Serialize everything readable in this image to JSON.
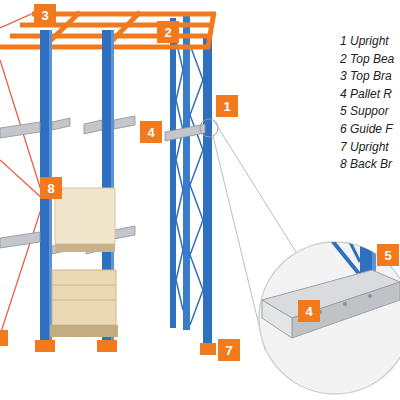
{
  "diagram": {
    "nodes": [
      {
        "text": [
          "3"
        ]
      },
      {
        "text": [
          "2"
        ]
      },
      {
        "text": [
          "1"
        ]
      },
      {
        "text": [
          "4"
        ]
      },
      {
        "text": [
          "8"
        ]
      },
      {
        "text": [
          "5"
        ]
      },
      {
        "text": [
          "4"
        ]
      },
      {
        "text": [
          "7"
        ]
      }
    ],
    "labels": [
      "1 Upright",
      "2 Top Bea",
      "3 Top Bra",
      "4 Pallet R",
      "5 Suppor",
      "6 Guide F",
      "7 Upright",
      "8 Back Br"
    ]
  }
}
